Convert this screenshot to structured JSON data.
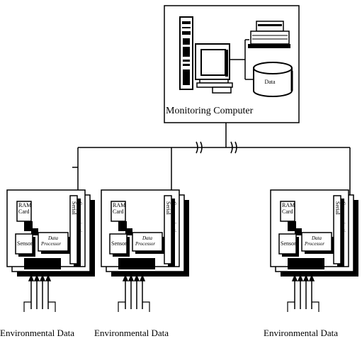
{
  "monitoring": {
    "title": "Monitoring Computer",
    "data_label": "Data"
  },
  "nodes": [
    {
      "ram_label": [
        "RAM",
        "Card"
      ],
      "sensors_label": "Sensors",
      "processor_label": [
        "Data",
        "Processor"
      ],
      "serial_label": [
        "Serial",
        "Communication"
      ],
      "env_label": "Environmental Data"
    },
    {
      "ram_label": [
        "RAM",
        "Card"
      ],
      "sensors_label": "Sensors",
      "processor_label": [
        "Data",
        "Processor"
      ],
      "serial_label": [
        "Serial",
        "Communication"
      ],
      "env_label": "Environmental Data"
    },
    {
      "ram_label": [
        "RAM",
        "Card"
      ],
      "sensors_label": "Sensors",
      "processor_label": [
        "Data",
        "Processor"
      ],
      "serial_label": [
        "Serial",
        "Communication"
      ],
      "env_label": "Environmental Data"
    }
  ]
}
